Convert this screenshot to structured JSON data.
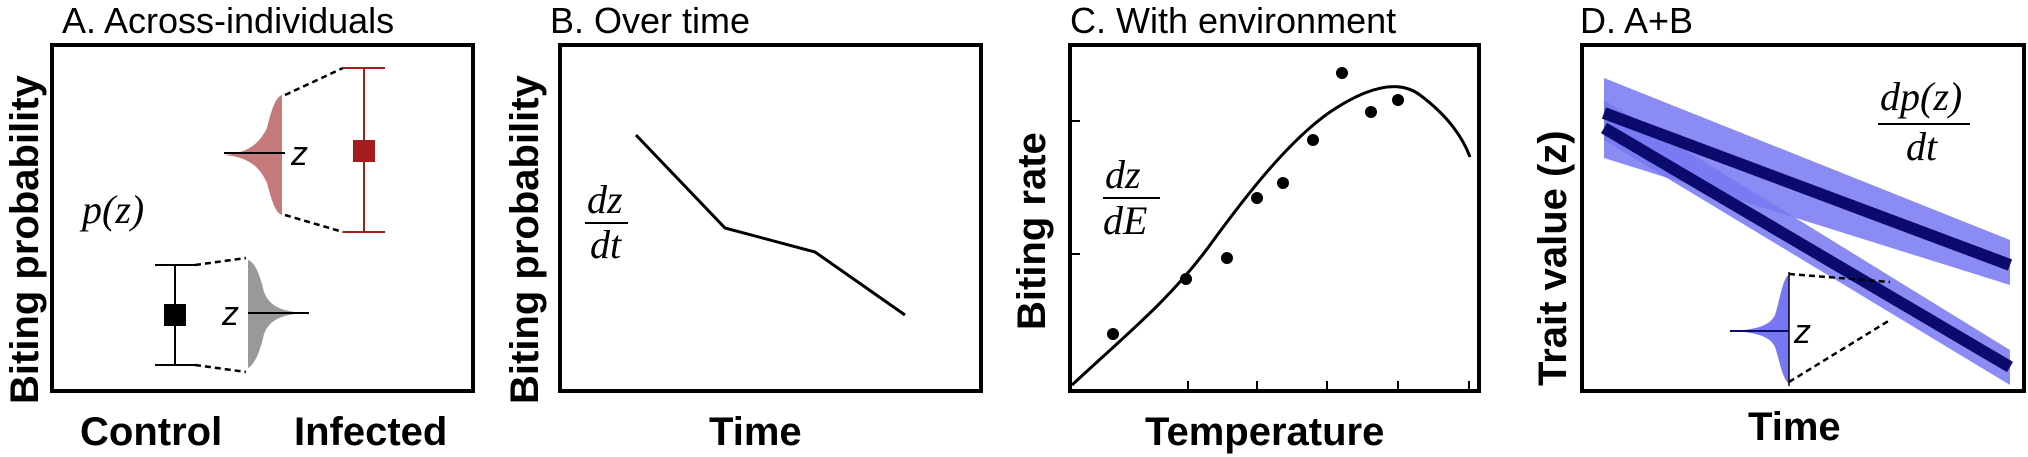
{
  "panels": {
    "a": {
      "title": "A. Across-individuals",
      "ylabel": "Biting probability",
      "control_label": "Control",
      "infected_label": "Infected",
      "pz_label": "p(z)",
      "z_top": "z",
      "z_bottom": "z",
      "colors": {
        "infected": "#a61c1c",
        "infected_fill": "#c4797a",
        "control_fill": "#999999"
      }
    },
    "b": {
      "title": "B. Over time",
      "ylabel": "Biting probability",
      "xlabel": "Time",
      "frac_num": "dz",
      "frac_den": "dt"
    },
    "c": {
      "title": "C. With environment",
      "ylabel": "Biting rate",
      "xlabel": "Temperature",
      "frac_num": "dz",
      "frac_den": "dE"
    },
    "d": {
      "title": "D. A+B",
      "ylabel": "Trait value (z)",
      "xlabel": "Time",
      "frac_num": "dp(z)",
      "frac_den": "dt",
      "z_label": "z",
      "colors": {
        "band": "#7777f2",
        "line": "#0b0b6e"
      }
    }
  }
}
